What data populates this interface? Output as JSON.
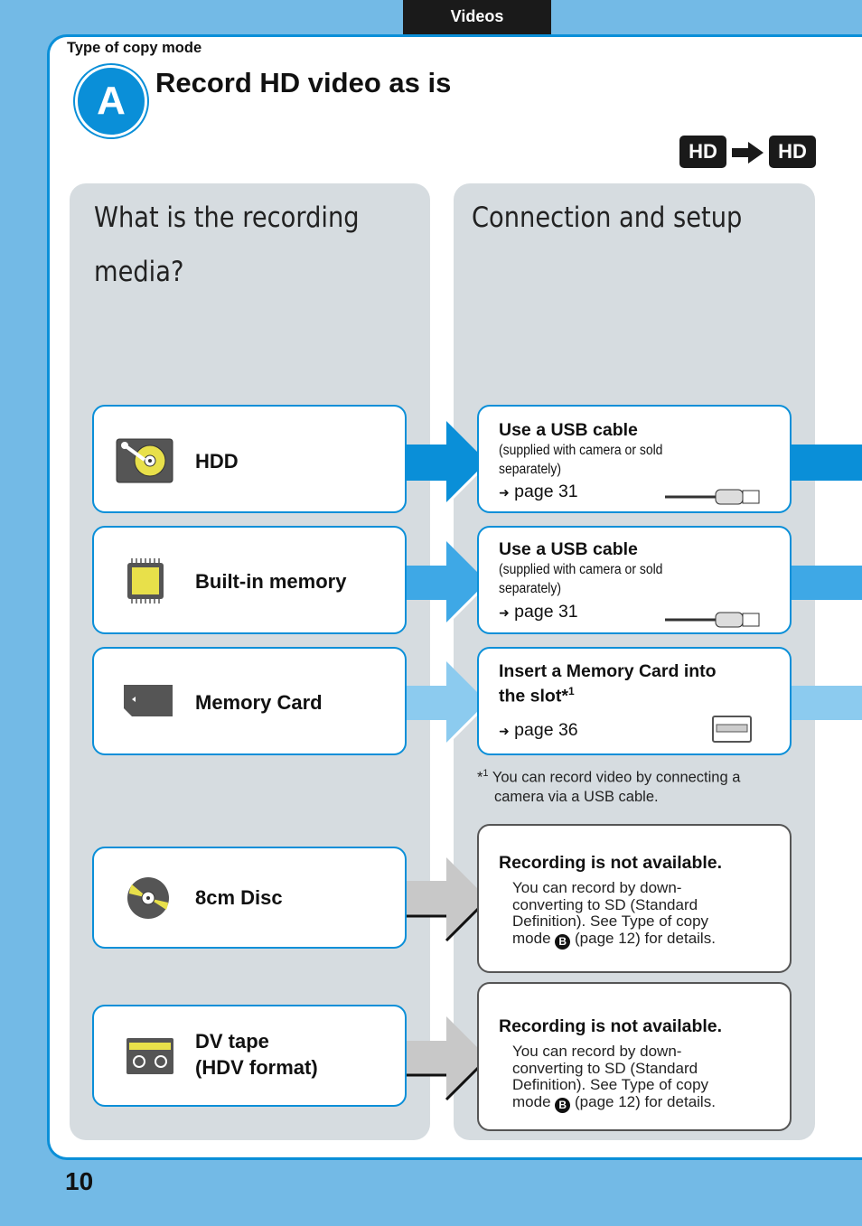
{
  "header": {
    "tab_label": "Videos"
  },
  "section": {
    "copy_mode_label": "Type of copy mode",
    "badge": "A",
    "title": "Record HD video as is",
    "from_format": "HD",
    "to_format": "HD"
  },
  "columns": {
    "left_title_line1": "What is the recording",
    "left_title_line2": "media?",
    "right_title": "Connection and setup"
  },
  "media": [
    {
      "label": "HDD",
      "icon": "hdd-icon"
    },
    {
      "label": "Built-in memory",
      "icon": "chip-icon"
    },
    {
      "label": "Memory Card",
      "icon": "memory-card-icon"
    },
    {
      "label": "8cm Disc",
      "icon": "disc-icon"
    },
    {
      "label_line1": "DV tape",
      "label_line2": "(HDV format)",
      "icon": "tape-icon"
    }
  ],
  "setup": [
    {
      "title": "Use a USB cable",
      "sub_line1": "(supplied with camera or sold",
      "sub_line2": "separately)",
      "page": "page 31"
    },
    {
      "title": "Use a USB cable",
      "sub_line1": "(supplied with camera or sold",
      "sub_line2": "separately)",
      "page": "page 31"
    },
    {
      "title_line1": "Insert a Memory Card into",
      "title_line2": "the slot*",
      "sup": "1",
      "page": "page 36"
    },
    {
      "title": "Recording is not available.",
      "body_line1": "You can record by down-",
      "body_line2": "converting to SD (Standard",
      "body_line3": "Definition). See Type of copy",
      "body_pre": "mode",
      "body_badge": "B",
      "body_post": "(page 12) for details."
    },
    {
      "title": "Recording is not available.",
      "body_line1": "You can record by down-",
      "body_line2": "converting to SD (Standard",
      "body_line3": "Definition). See Type of copy",
      "body_pre": "mode",
      "body_badge": "B",
      "body_post": "(page 12) for details."
    }
  ],
  "footnote": {
    "mark": "*",
    "sup": "1",
    "line1": "You can record video by connecting a",
    "line2": "camera via a USB cable."
  },
  "page_arrow": "➜",
  "page_number": "10",
  "colors": {
    "accent": "#0a8fd8",
    "background": "#73bae6",
    "connector_hdd": "#0a8fd8",
    "connector_memory": "#3ea8e6",
    "connector_card": "#8ccbef",
    "connector_unavailable": "#c8c8c8"
  }
}
